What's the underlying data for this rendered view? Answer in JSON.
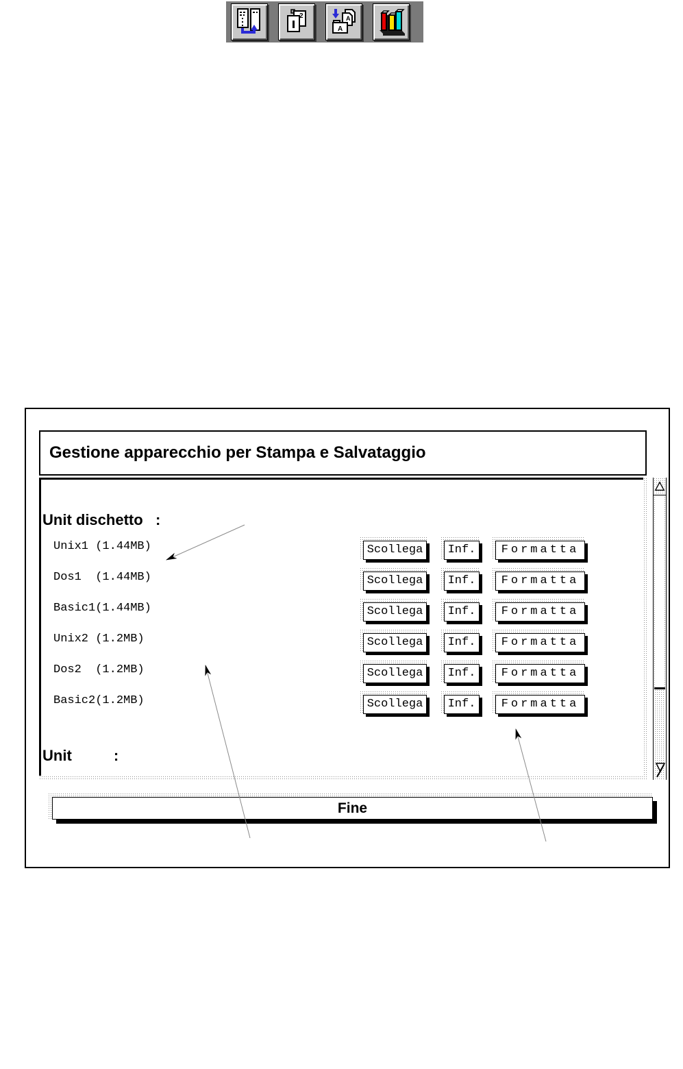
{
  "toolbar": {
    "icons": [
      {
        "name": "drive-transfer-icon",
        "title": "drive-transfer"
      },
      {
        "name": "copy-pages-icon",
        "title": "copy-pages"
      },
      {
        "name": "save-document-icon",
        "title": "save-document"
      },
      {
        "name": "library-books-icon",
        "title": "library-books"
      }
    ]
  },
  "dialog": {
    "title": "Gestione apparecchio per Stampa e Salvataggio",
    "floppy_section_label": "Unit dischetto   :",
    "unit_section_label": "Unit          :",
    "floppy_rows": [
      {
        "label": "Unix1 (1.44MB)"
      },
      {
        "label": "Dos1  (1.44MB)"
      },
      {
        "label": "Basic1(1.44MB)"
      },
      {
        "label": "Unix2 (1.2MB)"
      },
      {
        "label": "Dos2  (1.2MB)"
      },
      {
        "label": "Basic2(1.2MB)"
      }
    ],
    "buttons": {
      "scollega": "Scollega",
      "inf": "Inf.",
      "formatta": "Formatta"
    },
    "fine_button": "Fine",
    "scrollbar": {
      "up_glyph": "up-triangle",
      "down_glyph": "down-triangle-slash"
    }
  },
  "colors": {
    "toolbar_bg": "#7a7a7a",
    "icon_blue": "#2b2bd6",
    "book_red": "#e60000",
    "book_yellow": "#ffe100",
    "book_cyan": "#00dcdc"
  }
}
